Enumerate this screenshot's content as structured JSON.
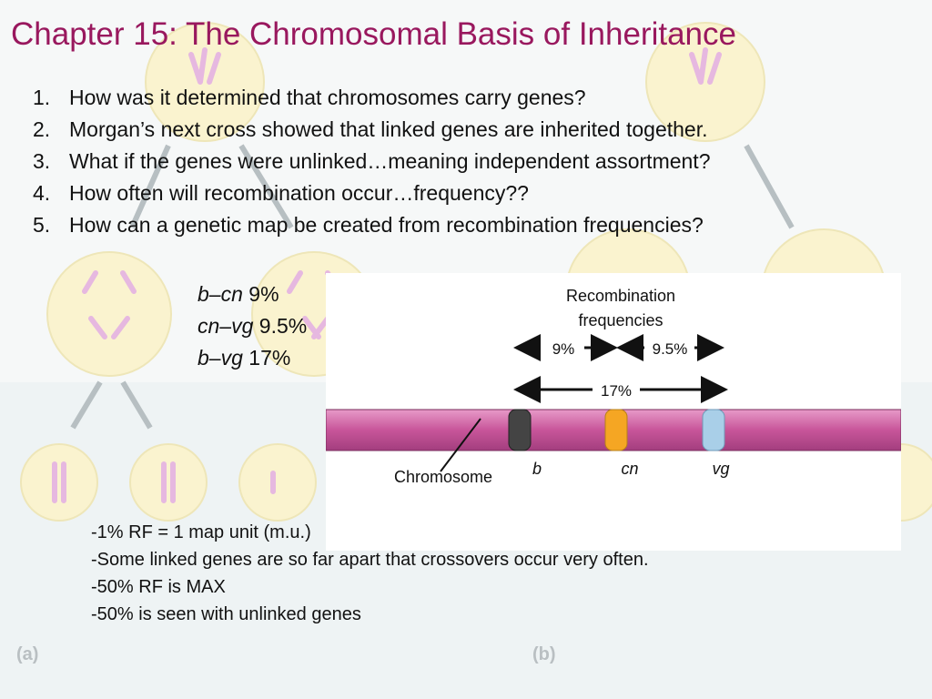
{
  "title": "Chapter 15: The Chromosomal Basis of Inheritance",
  "questions": [
    {
      "num": "1.",
      "text": "How was it determined that chromosomes carry genes?"
    },
    {
      "num": "2.",
      "text": "Morgan’s next cross showed that linked genes are inherited together."
    },
    {
      "num": "3.",
      "text": "What if the genes were unlinked…meaning independent assortment?"
    },
    {
      "num": "4.",
      "text": "How often will recombination occur…frequency??"
    },
    {
      "num": "5.",
      "text": "How can a genetic map be created from recombination frequencies?"
    }
  ],
  "frequencies": [
    {
      "pair_a": "b",
      "dash": "–",
      "pair_b": "cn",
      "value": "9%"
    },
    {
      "pair_a": "cn",
      "dash": "–",
      "pair_b": "vg",
      "value": "9.5%"
    },
    {
      "pair_a": "b",
      "dash": "–",
      "pair_b": "vg",
      "value": "17%"
    }
  ],
  "diagram": {
    "heading_line1": "Recombination",
    "heading_line2": "frequencies",
    "arrow_b_cn": "9%",
    "arrow_cn_vg": "9.5%",
    "arrow_b_vg": "17%",
    "chromosome_label": "Chromosome",
    "gene_b": "b",
    "gene_cn": "cn",
    "gene_vg": "vg",
    "chromosome_color": "#c8559a",
    "band_b_color": "#444444",
    "band_cn_color": "#f5a623",
    "band_vg_color": "#a9cfe8"
  },
  "notes": [
    "-1% RF = 1 map unit (m.u.)",
    "-Some linked genes are so far apart that crossovers occur very often.",
    "-50% RF is MAX",
    "-50% is seen with unlinked genes"
  ],
  "figure_labels": {
    "a": "(a)",
    "b": "(b)"
  }
}
